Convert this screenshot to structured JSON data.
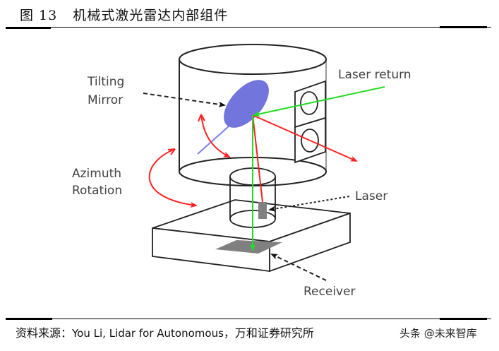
{
  "figure": {
    "label": "图 13",
    "title": "机械式激光雷达内部组件"
  },
  "diagram": {
    "labels": {
      "tilting_mirror_line1": "Tilting",
      "tilting_mirror_line2": "Mirror",
      "laser_return": "Laser return",
      "azimuth_line1": "Azimuth",
      "azimuth_line2": "Rotation",
      "laser": "Laser",
      "receiver": "Receiver"
    },
    "colors": {
      "mirror": "#7276dc",
      "laser_beam": "#ff2020",
      "return_beam": "#22dd22",
      "component": "#808080",
      "outline": "#222222"
    }
  },
  "footer": {
    "source_prefix": "资料来源：",
    "source_latin": "You Li, Lidar for Autonomous",
    "source_suffix": "，万和证券研究所",
    "watermark": "头条 @未来智库"
  }
}
